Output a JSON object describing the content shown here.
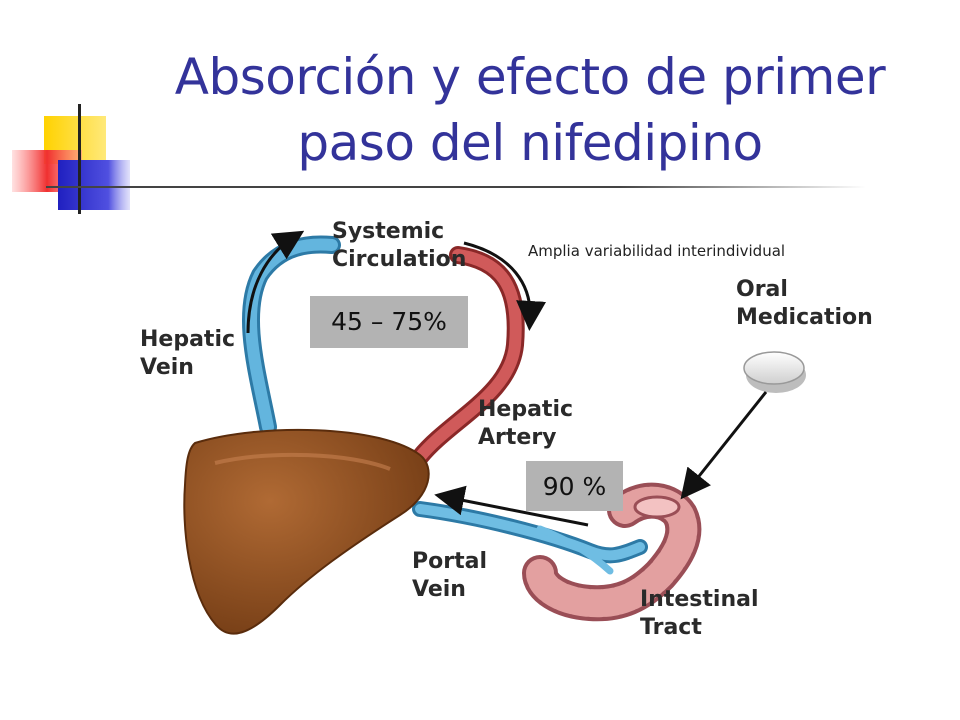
{
  "title": {
    "line1": "Absorción y efecto de primer",
    "line2": "paso del nifedipino"
  },
  "note": "Amplia variabilidad interindividual",
  "labels": {
    "systemic": [
      "Systemic",
      "Circulation"
    ],
    "hepatic_vein": [
      "Hepatic",
      "Vein"
    ],
    "hepatic_artery": [
      "Hepatic",
      "Artery"
    ],
    "portal_vein": [
      "Portal",
      "Vein"
    ],
    "oral_medication": [
      "Oral",
      "Medication"
    ],
    "intestinal_tract": [
      "Intestinal",
      "Tract"
    ]
  },
  "percentages": {
    "systemic": "45 – 75%",
    "intestinal": "90 %"
  },
  "colors": {
    "title": "#33339a",
    "vein": "#4aa0cc",
    "artery": "#c04a4a",
    "liver": "#8a4a1c",
    "intestine": "#d88f8f",
    "badge": "#b3b3b3"
  }
}
